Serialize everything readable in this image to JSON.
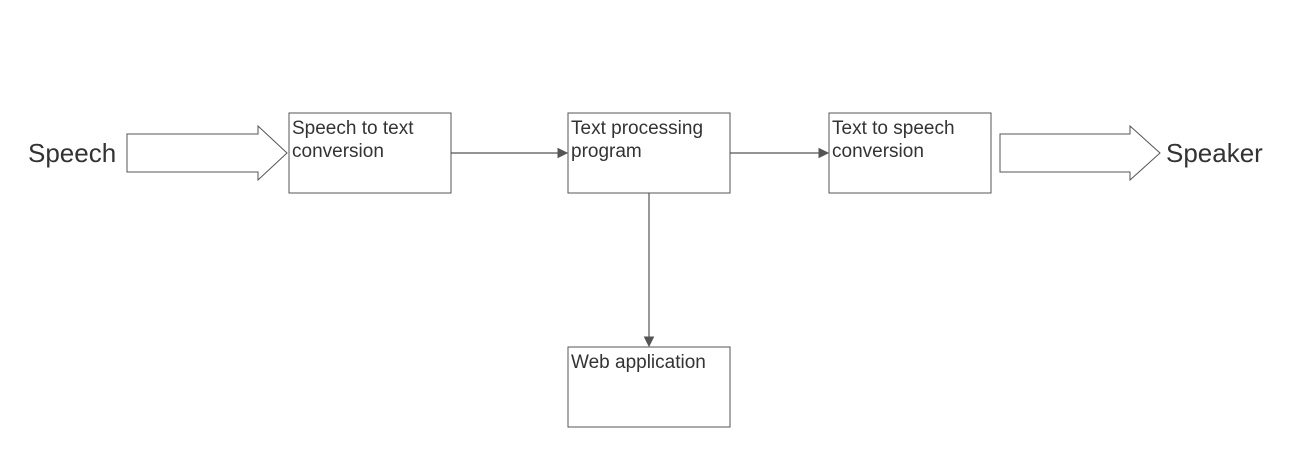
{
  "diagram": {
    "input_label": "Speech",
    "output_label": "Speaker",
    "boxes": {
      "stt": {
        "line1": "Speech to text",
        "line2": "conversion"
      },
      "processing": {
        "line1": "Text processing",
        "line2": "program"
      },
      "tts": {
        "line1": "Text to speech",
        "line2": "conversion"
      },
      "web": {
        "line1": "Web application"
      }
    },
    "colors": {
      "stroke": "#555555",
      "text": "#333333",
      "background": "#ffffff"
    }
  }
}
